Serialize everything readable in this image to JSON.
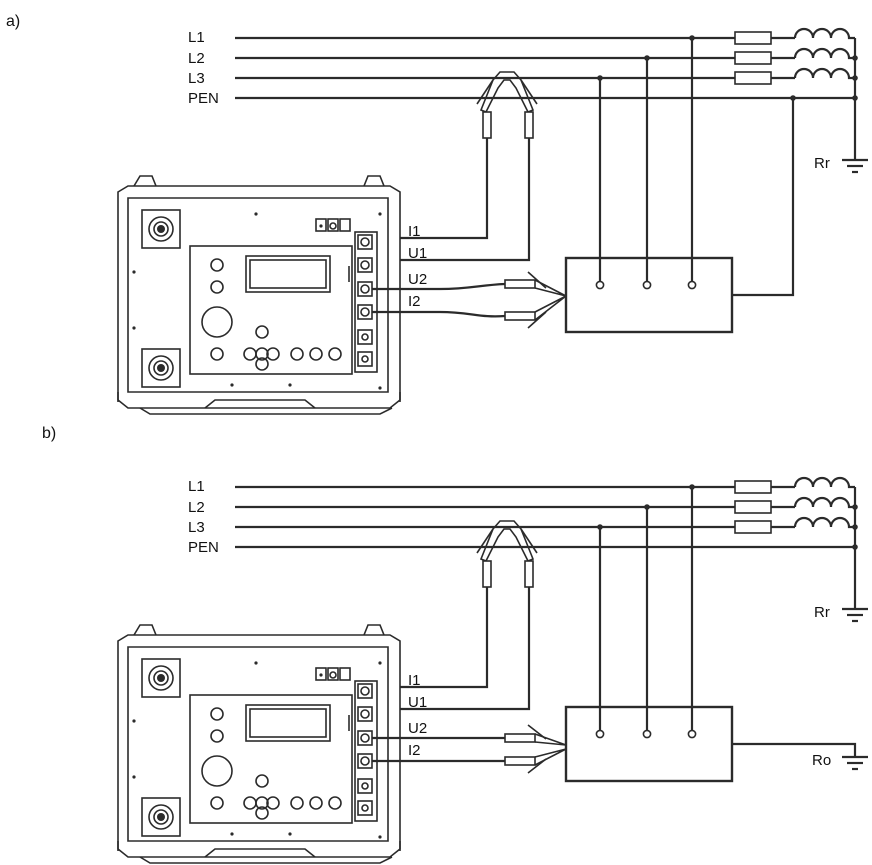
{
  "panels": [
    {
      "id": "a",
      "label": "a)",
      "lines": [
        "L1",
        "L2",
        "L3",
        "PEN"
      ],
      "terminals": [
        "I1",
        "U1",
        "U2",
        "I2"
      ],
      "ground_labels": [
        "Rr"
      ]
    },
    {
      "id": "b",
      "label": "b)",
      "lines": [
        "L1",
        "L2",
        "L3",
        "PEN"
      ],
      "terminals": [
        "I1",
        "U1",
        "U2",
        "I2"
      ],
      "ground_labels": [
        "Rr",
        "Ro"
      ]
    }
  ],
  "colors": {
    "line": "#2b2b2b",
    "background": "#ffffff"
  }
}
